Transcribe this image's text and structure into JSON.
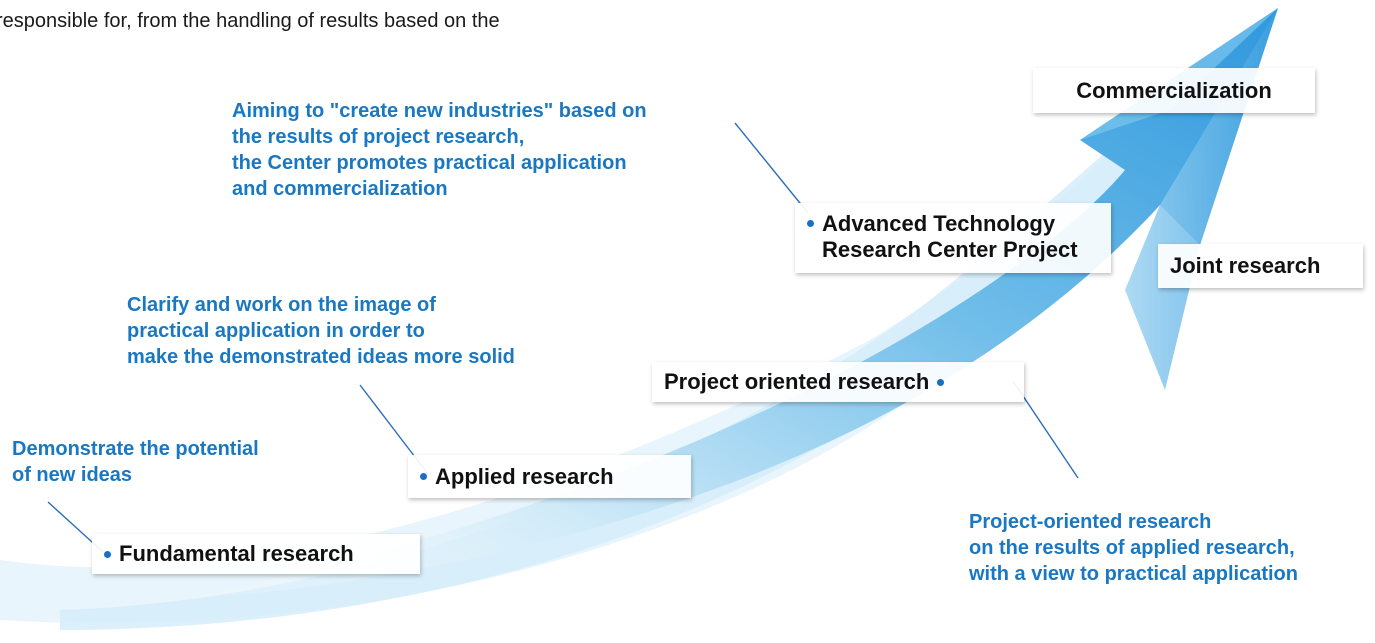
{
  "intro_text": "responsible for, from the handling of results based on the",
  "stages": {
    "fundamental": "Fundamental research",
    "applied": "Applied research",
    "project_oriented": "Project oriented research",
    "advanced": "Advanced Technology\nResearch Center Project",
    "joint": "Joint research",
    "commercialization": "Commercialization"
  },
  "notes": {
    "fundamental": "Demonstrate the potential\nof new ideas",
    "applied": "Clarify and work on the image of\npractical application in order to\nmake the demonstrated ideas more solid",
    "advanced": "Aiming to \"create new industries\" based on\nthe results of project research,\nthe Center promotes practical application\nand commercialization",
    "project_oriented": "Project-oriented research\non the results of applied research,\nwith a view to practical application"
  },
  "colors": {
    "note_text": "#1a78c2",
    "dot": "#1a6fc0",
    "arrow_dark": "#2f98dd",
    "arrow_light": "#bfe3f7"
  }
}
